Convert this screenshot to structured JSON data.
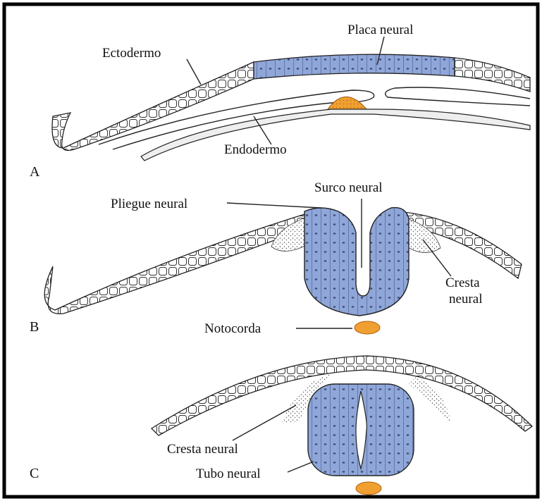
{
  "colors": {
    "neural": "#8fa6d8",
    "notochord": "#f0a030",
    "outline": "#222222",
    "border": "#000000"
  },
  "panels": {
    "a": {
      "letter": "A",
      "ectoderm": "Ectodermo",
      "neural_plate": "Placa neural",
      "endoderm": "Endodermo"
    },
    "b": {
      "letter": "B",
      "neural_fold": "Pliegue neural",
      "neural_groove": "Surco neural",
      "neural_crest_1": "Cresta",
      "neural_crest_2": "neural",
      "notochord": "Notocorda"
    },
    "c": {
      "letter": "C",
      "neural_crest": "Cresta neural",
      "neural_tube": "Tubo neural"
    }
  }
}
